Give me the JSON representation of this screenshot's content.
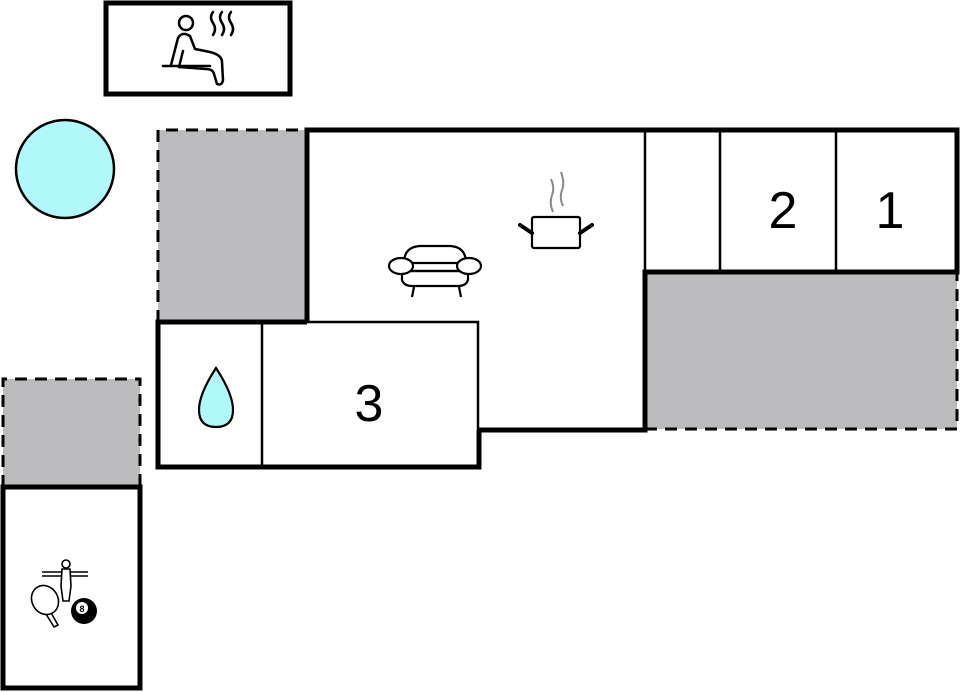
{
  "diagram": {
    "type": "floor-plan",
    "colors": {
      "wall": "#000000",
      "background": "#ffffff",
      "outdoor_area": "#bcbcbe",
      "pool_water": "#b0f8fa"
    },
    "rooms": [
      {
        "id": "bedroom-1",
        "label": "1"
      },
      {
        "id": "bedroom-2",
        "label": "2"
      },
      {
        "id": "bedroom-3",
        "label": "3"
      }
    ],
    "icons": [
      {
        "name": "sauna-icon",
        "room": "sauna"
      },
      {
        "name": "pool-icon",
        "room": "outdoor"
      },
      {
        "name": "sofa-icon",
        "room": "living-room"
      },
      {
        "name": "cooking-pot-icon",
        "room": "kitchen"
      },
      {
        "name": "water-drop-icon",
        "room": "bathroom"
      },
      {
        "name": "foosball-icon",
        "room": "game-room"
      },
      {
        "name": "table-tennis-icon",
        "room": "game-room"
      },
      {
        "name": "billiard-ball-icon",
        "room": "game-room",
        "label": "8"
      }
    ]
  }
}
